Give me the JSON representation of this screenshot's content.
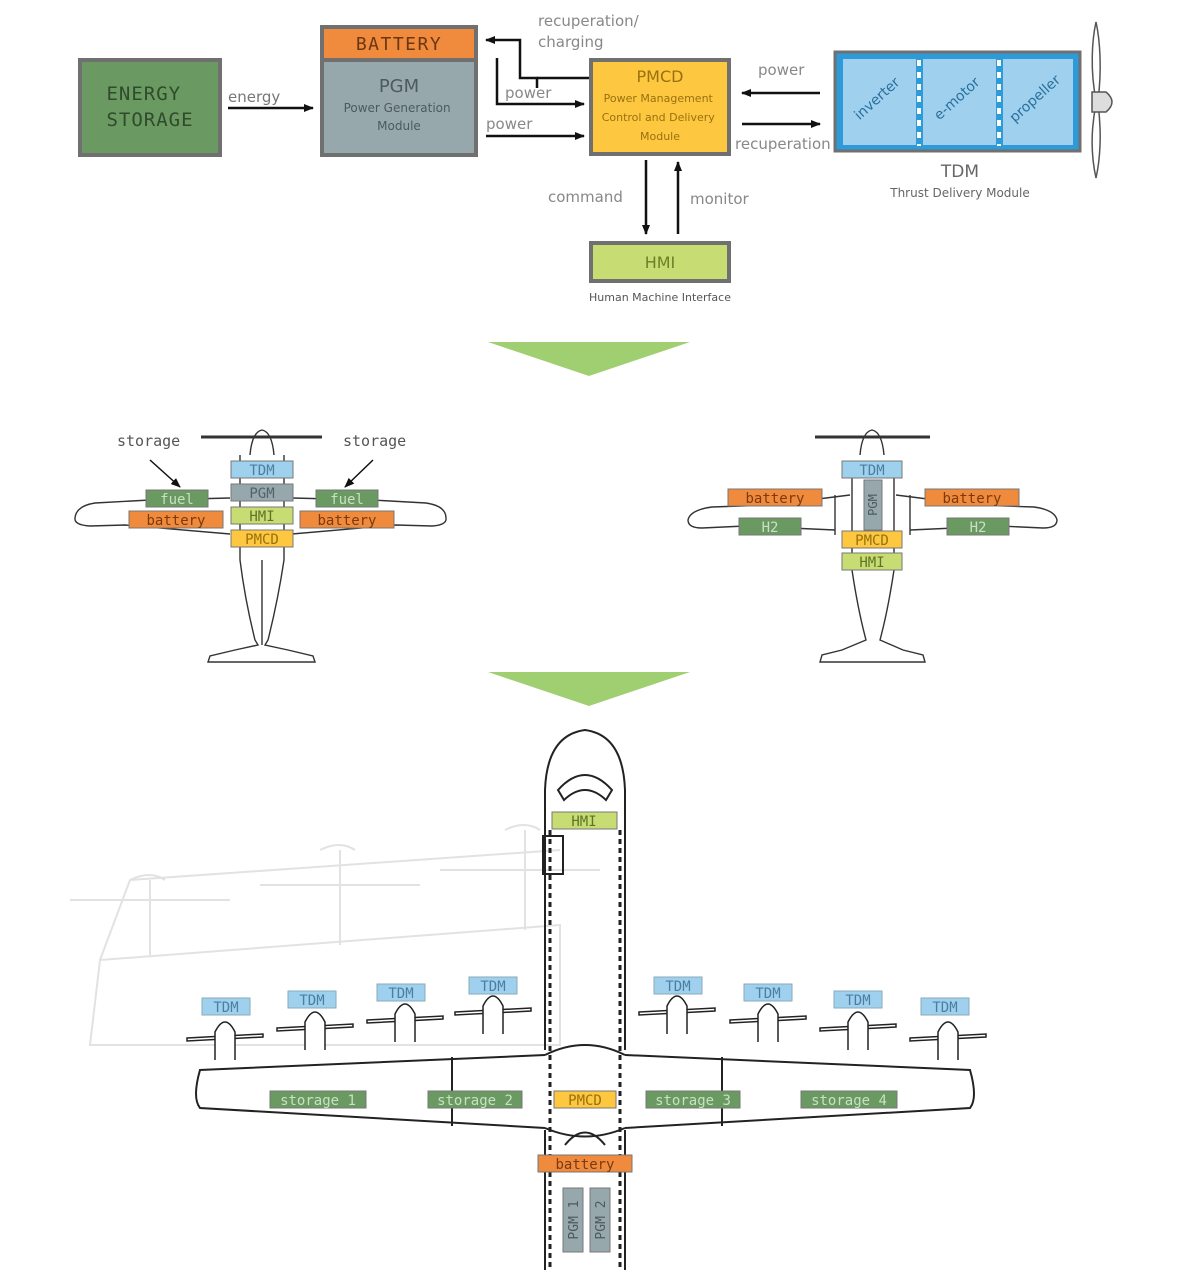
{
  "colors": {
    "energy_storage": "#6a9a62",
    "battery": "#f08a3c",
    "pgm": "#97a8ad",
    "pmcd": "#fdc840",
    "hmi": "#c7dc72",
    "tdm": "#9fd1ee",
    "tdm_outer": "#2e9ad8",
    "h2": "#6b9a67",
    "arrow_green": "#a0cf72",
    "border": "#707070",
    "line": "#2b2b2b"
  },
  "block_diagram": {
    "energy_storage": "ENERGY\nSTORAGE",
    "battery": "BATTERY",
    "pgm_title": "PGM",
    "pgm_subtitle": "Power Generation\nModule",
    "pmcd_title": "PMCD",
    "pmcd_subtitle": "Power Management\nControl and Delivery\nModule",
    "hmi": "HMI",
    "hmi_caption": "Human Machine Interface",
    "tdm_cells": [
      "inverter",
      "e-motor",
      "propeller"
    ],
    "tdm_title": "TDM",
    "tdm_caption": "Thrust Delivery Module",
    "arrows": {
      "energy": "energy",
      "recuperation_charging": "recuperation/\ncharging",
      "power_upper": "power",
      "power_lower": "power",
      "power_right": "power",
      "recuperation_right": "recuperation",
      "command": "command",
      "monitor": "monitor"
    }
  },
  "small_aircraft_left": {
    "storage_left": "storage",
    "storage_right": "storage",
    "tdm": "TDM",
    "pgm": "PGM",
    "hmi": "HMI",
    "pmcd": "PMCD",
    "fuel_left": "fuel",
    "fuel_right": "fuel",
    "battery_left": "battery",
    "battery_right": "battery"
  },
  "small_aircraft_right": {
    "tdm": "TDM",
    "pgm": "PGM",
    "pmcd": "PMCD",
    "hmi": "HMI",
    "battery_left": "battery",
    "battery_right": "battery",
    "h2_left": "H2",
    "h2_right": "H2"
  },
  "large_aircraft": {
    "hmi": "HMI",
    "tdm_labels": [
      "TDM",
      "TDM",
      "TDM",
      "TDM",
      "TDM",
      "TDM",
      "TDM",
      "TDM"
    ],
    "storage_1": "storage 1",
    "storage_2": "storage 2",
    "pmcd": "PMCD",
    "storage_3": "storage 3",
    "storage_4": "storage 4",
    "battery": "battery",
    "pgm_1": "PGM 1",
    "pgm_2": "PGM 2"
  }
}
